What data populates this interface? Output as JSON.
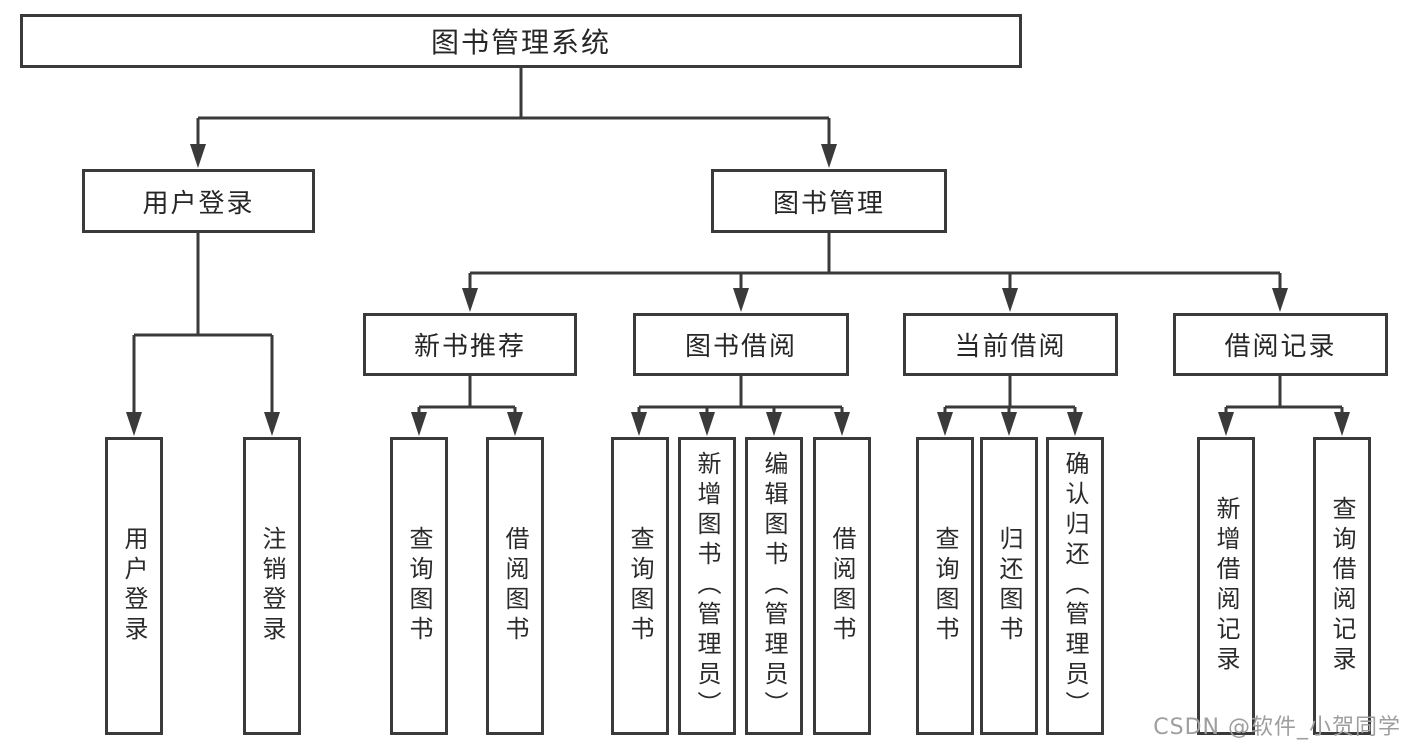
{
  "colors": {
    "line": "#3a3a3a",
    "node_border": "#3a3a3a",
    "node_text": "#262626",
    "background": "#ffffff",
    "watermark_text": "#9e9e9e"
  },
  "watermark": {
    "text": "CSDN @软件_小贺同学"
  },
  "diagram": {
    "type": "hierarchy",
    "root": {
      "id": "library-system",
      "label": "图书管理系统"
    },
    "level2": [
      {
        "id": "user-login",
        "label": "用户登录",
        "parent": "library-system"
      },
      {
        "id": "book-management",
        "label": "图书管理",
        "parent": "library-system"
      }
    ],
    "level3": [
      {
        "id": "new-book-recommend",
        "label": "新书推荐",
        "parent": "book-management"
      },
      {
        "id": "book-borrow",
        "label": "图书借阅",
        "parent": "book-management"
      },
      {
        "id": "current-borrow",
        "label": "当前借阅",
        "parent": "book-management"
      },
      {
        "id": "borrow-records",
        "label": "借阅记录",
        "parent": "book-management"
      }
    ],
    "level4": [
      {
        "id": "user-login-leaf",
        "label": "用户登录",
        "parent": "user-login"
      },
      {
        "id": "logout",
        "label": "注销登录",
        "parent": "user-login"
      },
      {
        "id": "query-book-recommend",
        "label": "查询图书",
        "parent": "new-book-recommend"
      },
      {
        "id": "borrow-book-recommend",
        "label": "借阅图书",
        "parent": "new-book-recommend"
      },
      {
        "id": "query-book-borrow",
        "label": "查询图书",
        "parent": "book-borrow"
      },
      {
        "id": "add-book-admin",
        "label": "新增图书（管理员）",
        "parent": "book-borrow"
      },
      {
        "id": "edit-book-admin",
        "label": "编辑图书（管理员）",
        "parent": "book-borrow"
      },
      {
        "id": "borrow-book",
        "label": "借阅图书",
        "parent": "book-borrow"
      },
      {
        "id": "query-book-current",
        "label": "查询图书",
        "parent": "current-borrow"
      },
      {
        "id": "return-book",
        "label": "归还图书",
        "parent": "current-borrow"
      },
      {
        "id": "confirm-return-admin",
        "label": "确认归还（管理员）",
        "parent": "current-borrow"
      },
      {
        "id": "add-borrow-record",
        "label": "新增借阅记录",
        "parent": "borrow-records"
      },
      {
        "id": "query-borrow-record",
        "label": "查询借阅记录",
        "parent": "borrow-records"
      }
    ]
  }
}
